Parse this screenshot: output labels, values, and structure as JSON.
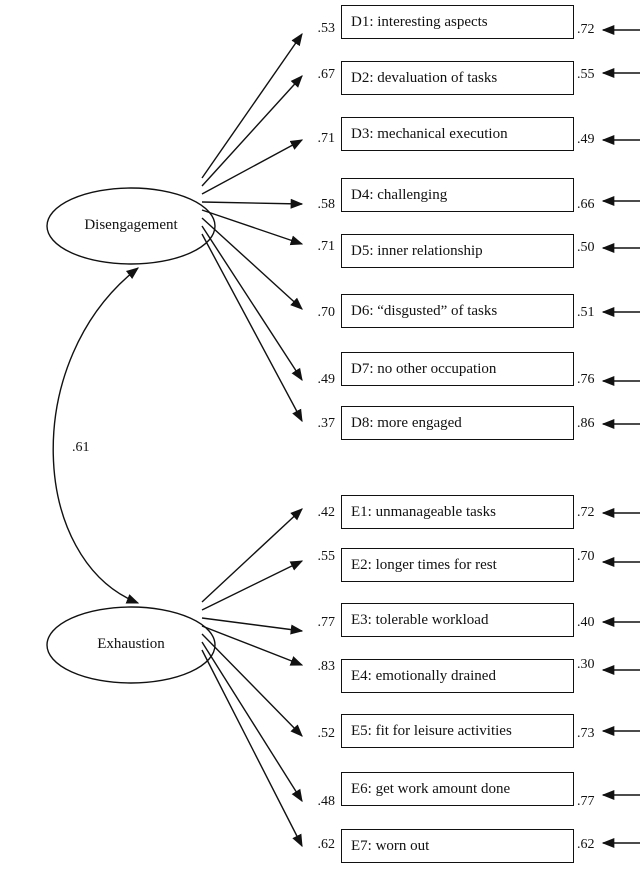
{
  "correlation": ".61",
  "factors": [
    {
      "id": "disengagement",
      "label": "Disengagement",
      "items": [
        {
          "label": "D1: interesting aspects",
          "loading": ".53",
          "error": ".72"
        },
        {
          "label": "D2: devaluation of tasks",
          "loading": ".67",
          "error": ".55"
        },
        {
          "label": "D3: mechanical execution",
          "loading": ".71",
          "error": ".49"
        },
        {
          "label": "D4: challenging",
          "loading": ".58",
          "error": ".66"
        },
        {
          "label": "D5: inner relationship",
          "loading": ".71",
          "error": ".50"
        },
        {
          "label": "D6: “disgusted” of tasks",
          "loading": ".70",
          "error": ".51"
        },
        {
          "label": "D7: no other occupation",
          "loading": ".49",
          "error": ".76"
        },
        {
          "label": "D8: more engaged",
          "loading": ".37",
          "error": ".86"
        }
      ]
    },
    {
      "id": "exhaustion",
      "label": "Exhaustion",
      "items": [
        {
          "label": "E1: unmanageable tasks",
          "loading": ".42",
          "error": ".72"
        },
        {
          "label": "E2: longer times for rest",
          "loading": ".55",
          "error": ".70"
        },
        {
          "label": "E3: tolerable workload",
          "loading": ".77",
          "error": ".40"
        },
        {
          "label": "E4: emotionally drained",
          "loading": ".83",
          "error": ".30"
        },
        {
          "label": "E5: fit for leisure activities",
          "loading": ".52",
          "error": ".73"
        },
        {
          "label": "E6: get work amount done",
          "loading": ".48",
          "error": ".77"
        },
        {
          "label": "E7: worn out",
          "loading": ".62",
          "error": ".62"
        }
      ]
    }
  ]
}
